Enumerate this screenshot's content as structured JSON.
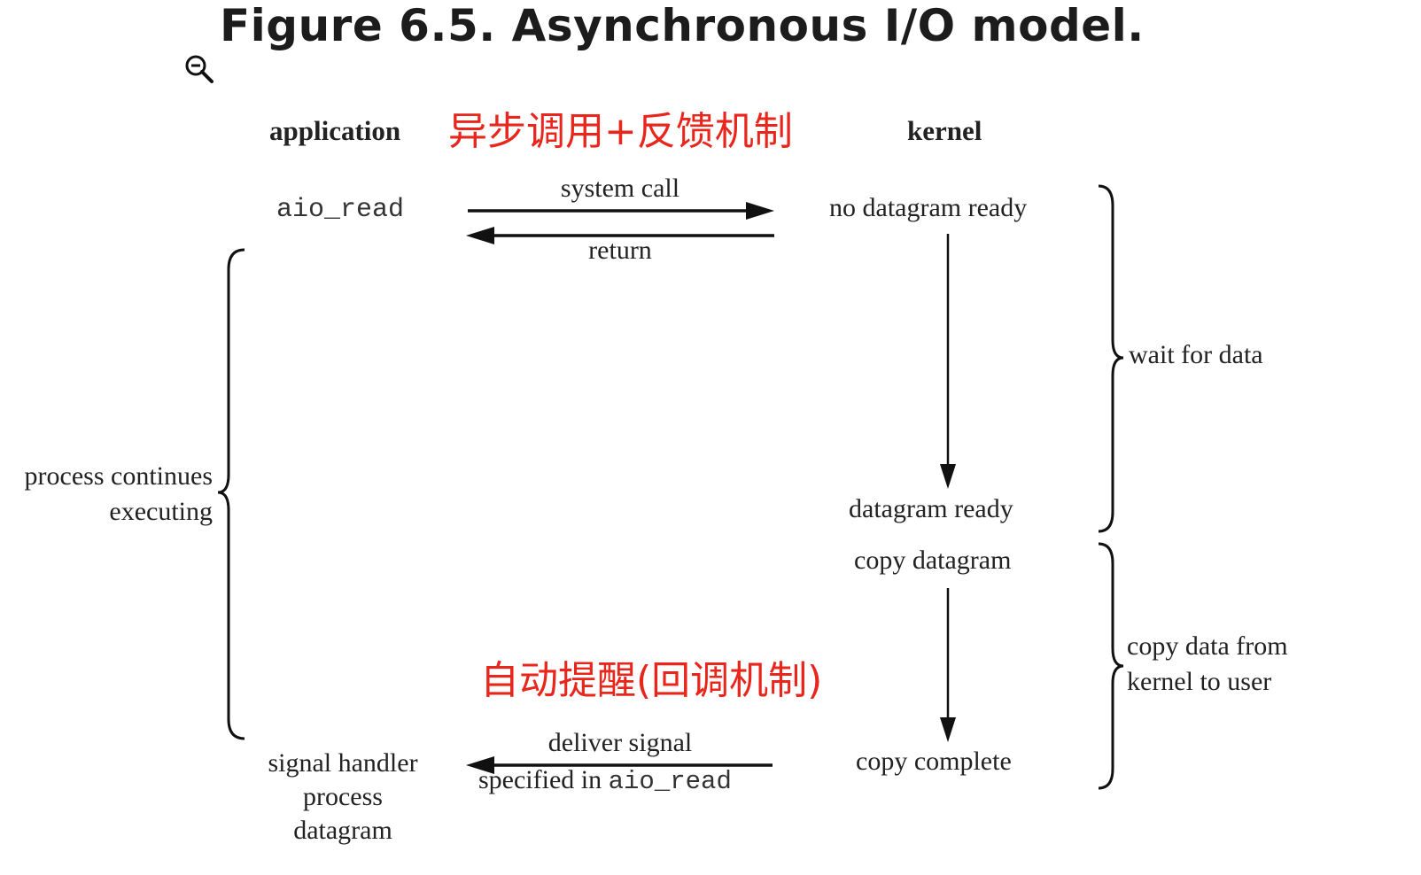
{
  "figure": {
    "title": "Figure 6.5. Asynchronous I/O model.",
    "zoom_icon": "zoom-out-icon"
  },
  "columns": {
    "application": "application",
    "kernel": "kernel"
  },
  "annotations": {
    "top_note": "异步调用+反馈机制",
    "bottom_note": "自动提醒(回调机制)"
  },
  "application": {
    "aio_read": "aio_read",
    "process_continues": [
      "process continues",
      "executing"
    ],
    "signal_handler": [
      "signal handler",
      "process",
      "datagram"
    ]
  },
  "arrows": {
    "system_call": "system call",
    "return": "return",
    "deliver_signal": "deliver signal",
    "specified_in": "specified in ",
    "specified_code": "aio_read"
  },
  "kernel": {
    "no_datagram_ready": "no datagram ready",
    "datagram_ready": "datagram ready",
    "copy_datagram": "copy datagram",
    "copy_complete": "copy complete"
  },
  "phases": {
    "wait_for_data": "wait for data",
    "copy_data": [
      "copy data from",
      "kernel to user"
    ]
  }
}
